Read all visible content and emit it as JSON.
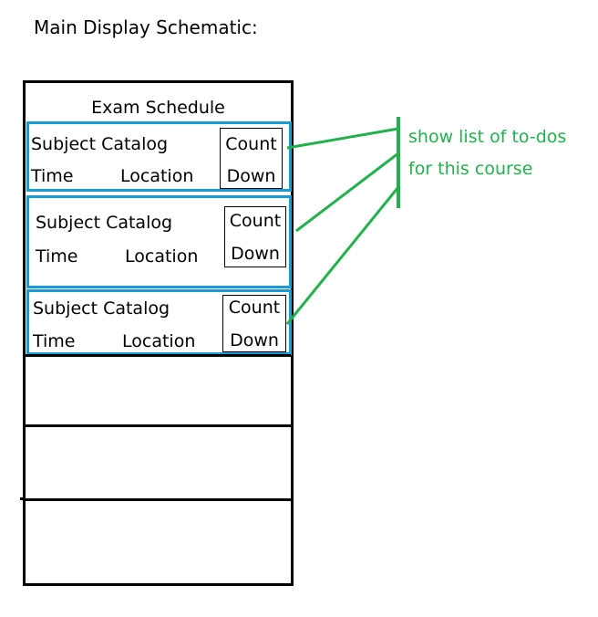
{
  "title": "Main Display Schematic:",
  "header": {
    "label": "Exam Schedule"
  },
  "exam_cards": [
    {
      "subject": "Subject Catalog",
      "time": "Time",
      "location": "Location",
      "countdown_line1": "Count",
      "countdown_line2": "Down"
    },
    {
      "subject": "Subject Catalog",
      "time": "Time",
      "location": "Location",
      "countdown_line1": "Count",
      "countdown_line2": "Down"
    },
    {
      "subject": "Subject Catalog",
      "time": "Time",
      "location": "Location",
      "countdown_line1": "Count",
      "countdown_line2": "Down"
    }
  ],
  "annotation": {
    "line1": "show list of to-dos",
    "line2": "for this course"
  },
  "colors": {
    "card_border": "#1a9ad6",
    "annotation": "#22b14c",
    "frame": "#000000"
  }
}
